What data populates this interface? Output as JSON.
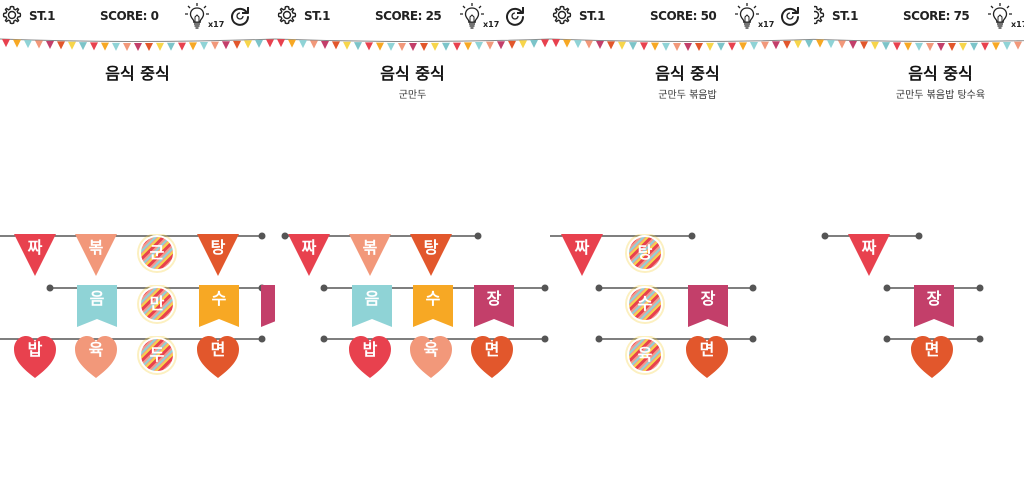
{
  "game": {
    "title": "음식 중식",
    "hint_count": "x17",
    "colors": {
      "red": "#e8414e",
      "salmon": "#f2987a",
      "orange": "#e2572c",
      "teal": "#8fd3d6",
      "yellow": "#f7a824",
      "magenta": "#c33f6a",
      "rope": "#555555"
    }
  },
  "panels": [
    {
      "stage": "ST.1",
      "score": "SCORE: 0",
      "found_words": "",
      "tiles": [
        {
          "char": "짜",
          "shape": "triangle",
          "color": "red"
        },
        {
          "char": "볶",
          "shape": "triangle",
          "color": "salmon"
        },
        {
          "char": "군",
          "shape": "circle-striped",
          "color": "striped"
        },
        {
          "char": "탕",
          "shape": "triangle",
          "color": "orange"
        },
        {
          "char": "음",
          "shape": "ribbon",
          "color": "teal"
        },
        {
          "char": "만",
          "shape": "circle-striped",
          "color": "striped"
        },
        {
          "char": "수",
          "shape": "ribbon",
          "color": "yellow"
        },
        {
          "char": "",
          "shape": "ribbon",
          "color": "magenta"
        },
        {
          "char": "밥",
          "shape": "heart",
          "color": "red"
        },
        {
          "char": "육",
          "shape": "heart",
          "color": "salmon"
        },
        {
          "char": "두",
          "shape": "circle-striped",
          "color": "striped"
        },
        {
          "char": "면",
          "shape": "heart",
          "color": "orange"
        }
      ]
    },
    {
      "stage": "ST.1",
      "score": "SCORE: 25",
      "found_words": "군만두",
      "tiles": [
        {
          "char": "짜",
          "shape": "triangle",
          "color": "red"
        },
        {
          "char": "볶",
          "shape": "triangle",
          "color": "salmon"
        },
        {
          "char": "탕",
          "shape": "triangle",
          "color": "orange"
        },
        {
          "char": "음",
          "shape": "ribbon",
          "color": "teal"
        },
        {
          "char": "수",
          "shape": "ribbon",
          "color": "yellow"
        },
        {
          "char": "장",
          "shape": "ribbon",
          "color": "magenta"
        },
        {
          "char": "밥",
          "shape": "heart",
          "color": "red"
        },
        {
          "char": "육",
          "shape": "heart",
          "color": "salmon"
        },
        {
          "char": "면",
          "shape": "heart",
          "color": "orange"
        }
      ]
    },
    {
      "stage": "ST.1",
      "score": "SCORE: 50",
      "found_words": "군만두 볶음밥",
      "tiles": [
        {
          "char": "짜",
          "shape": "triangle",
          "color": "red"
        },
        {
          "char": "탕",
          "shape": "circle-striped",
          "color": "striped"
        },
        {
          "char": "수",
          "shape": "circle-striped",
          "color": "striped"
        },
        {
          "char": "장",
          "shape": "ribbon",
          "color": "magenta"
        },
        {
          "char": "육",
          "shape": "circle-striped",
          "color": "striped"
        },
        {
          "char": "면",
          "shape": "heart",
          "color": "orange"
        }
      ]
    },
    {
      "stage": "ST.1",
      "score": "SCORE: 75",
      "found_words": "군만두 볶음밥 탕수육",
      "tiles": [
        {
          "char": "짜",
          "shape": "triangle",
          "color": "red"
        },
        {
          "char": "장",
          "shape": "ribbon",
          "color": "magenta"
        },
        {
          "char": "면",
          "shape": "heart",
          "color": "orange"
        }
      ]
    }
  ]
}
